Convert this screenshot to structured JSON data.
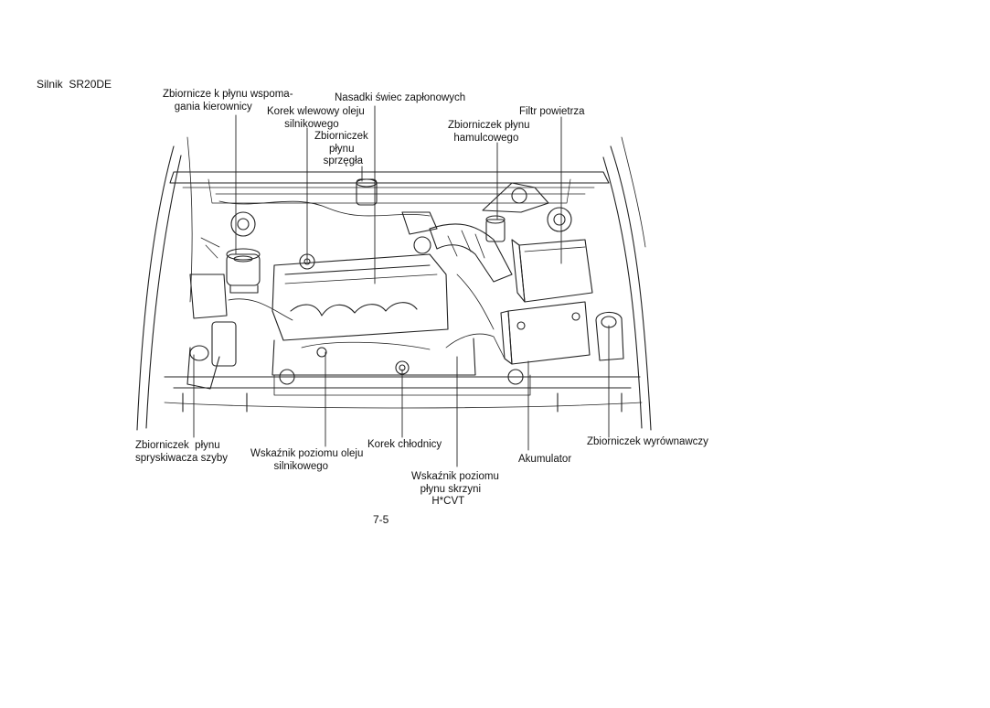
{
  "page": {
    "header": "Silnik  SR20DE",
    "page_number": "7-5"
  },
  "callouts": {
    "power_steering": "Zbiornicze k płynu wspoma-\n    gania kierownicy",
    "spark_plug_caps": "Nasadki świec zapłonowych",
    "oil_filler": "Korek wlewowy oleju\n      silnikowego",
    "clutch_fluid": "Zbiorniczek\n     płynu\n   sprzęgła",
    "air_filter": "Filtr powietrza",
    "brake_fluid": "Zbiorniczek płynu\n  hamulcowego",
    "washer_fluid": "Zbiorniczek  płynu\nspryskiwacza szyby",
    "oil_dipstick": "Wskaźnik poziomu oleju\n        silnikowego",
    "radiator_cap": "Korek chłodnicy",
    "cvt_dipstick": "Wskaźnik poziomu\n   płynu skrzyni\n       H*CVT",
    "battery": "Akumulator",
    "coolant_reservoir": "Zbiorniczek wyrównawczy"
  }
}
